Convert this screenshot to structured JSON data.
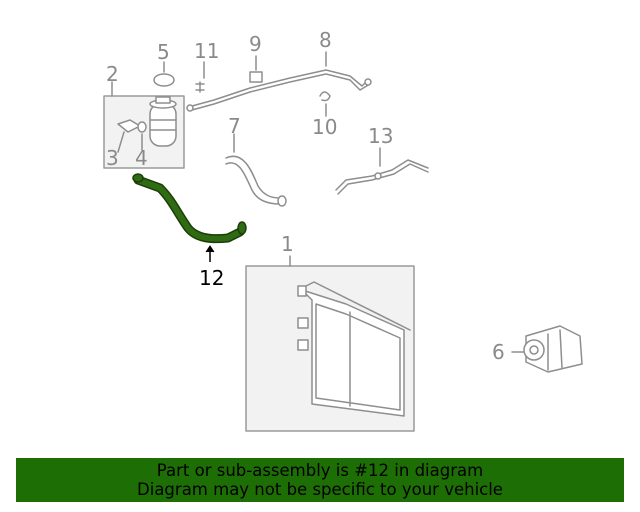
{
  "callouts": [
    {
      "id": "1",
      "label": "1"
    },
    {
      "id": "2",
      "label": "2"
    },
    {
      "id": "3",
      "label": "3"
    },
    {
      "id": "4",
      "label": "4"
    },
    {
      "id": "5",
      "label": "5"
    },
    {
      "id": "6",
      "label": "6"
    },
    {
      "id": "7",
      "label": "7"
    },
    {
      "id": "8",
      "label": "8"
    },
    {
      "id": "9",
      "label": "9"
    },
    {
      "id": "10",
      "label": "10"
    },
    {
      "id": "11",
      "label": "11"
    },
    {
      "id": "12",
      "label": "12"
    },
    {
      "id": "13",
      "label": "13"
    }
  ],
  "highlighted_part": "12",
  "colors": {
    "highlight_part": "#2f6b12",
    "banner": "#1e6e06",
    "callout_text": "#8a8a8a",
    "line_art": "#9a9a9a"
  },
  "banner": {
    "line1": "Part or sub-assembly is #12 in diagram",
    "line2": "Diagram may not be specific to your vehicle"
  }
}
